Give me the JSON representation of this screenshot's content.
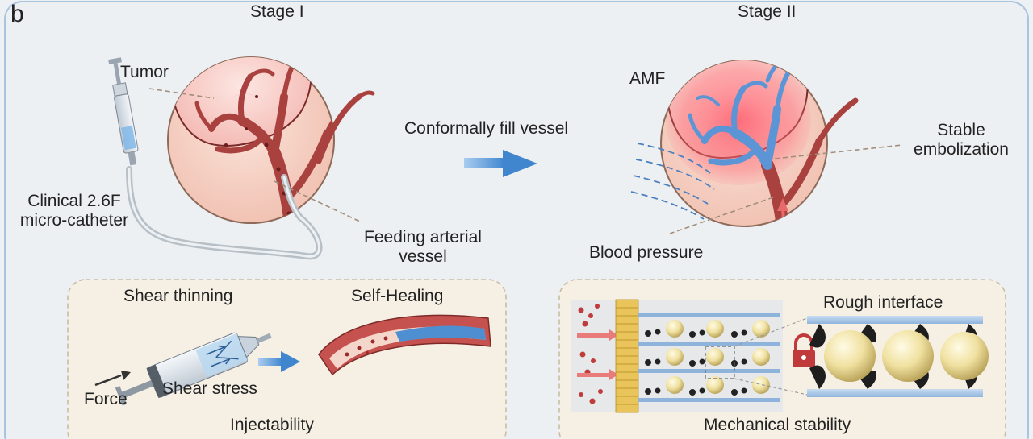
{
  "figure": {
    "panel_letter": "b",
    "stage1": {
      "title": "Stage I",
      "tumor": "Tumor",
      "catheter_line1": "Clinical 2.6F",
      "catheter_line2": "micro-catheter",
      "vessel_line1": "Feeding arterial",
      "vessel_line2": "vessel"
    },
    "transition": {
      "label": "Conformally fill vessel"
    },
    "stage2": {
      "title": "Stage II",
      "amf": "AMF",
      "embolization_line1": "Stable",
      "embolization_line2": "embolization",
      "blood_pressure": "Blood pressure"
    },
    "injectability_box": {
      "shear_thinning": "Shear thinning",
      "self_healing": "Self-Healing",
      "force": "Force",
      "shear_stress": "Shear stress",
      "caption": "Injectability"
    },
    "stability_box": {
      "rough_interface": "Rough interface",
      "caption": "Mechanical stability"
    },
    "colors": {
      "tissue_pink": "#f6cfc2",
      "vessel_red": "#b24a48",
      "amf_blue": "#5b95d6",
      "arrow_blue": "#4a8fd0",
      "sphere_yellow": "#efe3a6",
      "frame_blue": "#a9c4df"
    }
  }
}
